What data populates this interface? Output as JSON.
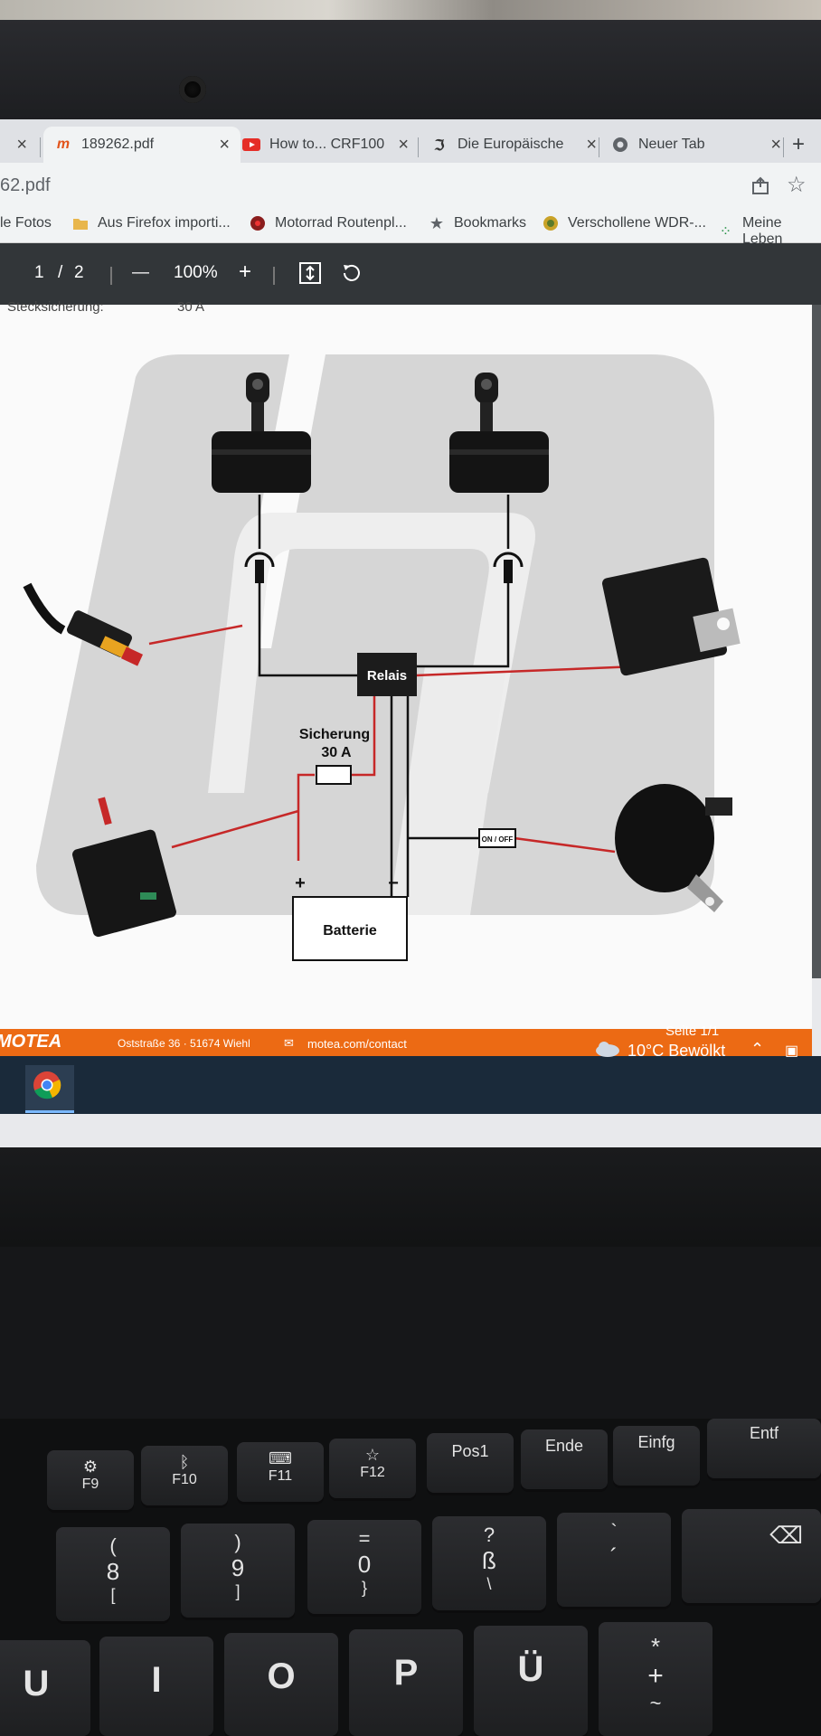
{
  "browser": {
    "tabs": [
      {
        "title": "189262.pdf",
        "icon": "motea-icon"
      },
      {
        "title": "How to... CRF100",
        "icon": "youtube-icon"
      },
      {
        "title": "Die Europäische",
        "icon": "document-icon"
      },
      {
        "title": "Neuer Tab",
        "icon": "chrome-icon"
      }
    ],
    "close_glyph": "×",
    "new_tab_glyph": "+",
    "url": "62.pdf",
    "bookmarks": [
      {
        "label": "le Fotos"
      },
      {
        "label": "Aus Firefox importi...",
        "icon": "folder-icon"
      },
      {
        "label": "Motorrad Routenpl...",
        "icon": "route-icon"
      },
      {
        "label": "Bookmarks",
        "icon": "star-icon"
      },
      {
        "label": "Verschollene WDR-...",
        "icon": "globe-icon"
      },
      {
        "label": "Meine Leben",
        "icon": "dots-icon"
      }
    ]
  },
  "pdf_toolbar": {
    "page_current": "1",
    "page_sep": "/",
    "page_total": "2",
    "zoom": "100%",
    "minus": "—",
    "plus": "+"
  },
  "document": {
    "cut_label": "Stecksicherung:",
    "cut_value": "30 A",
    "diagram": {
      "relay": "Relais",
      "fuse_label": "Sicherung",
      "fuse_value": "30 A",
      "switch": "ON / OFF",
      "battery": "Batterie",
      "plus": "+",
      "minus": "−"
    },
    "footer": {
      "brand": "MOTEA",
      "address": "Oststraße 36 · 51674 Wiehl",
      "contact": "motea.com/contact",
      "page": "Seite 1/1"
    }
  },
  "taskbar": {
    "weather": "10°C Bewölkt"
  },
  "keyboard": {
    "fkeys": [
      {
        "icon": "gear-icon",
        "label": "F9"
      },
      {
        "icon": "bluetooth-icon",
        "label": "F10"
      },
      {
        "icon": "keyboard-icon",
        "label": "F11"
      },
      {
        "icon": "star-icon",
        "label": "F12"
      }
    ],
    "nav": [
      "Pos1",
      "Ende",
      "Einfg",
      "Entf"
    ],
    "num": [
      {
        "top": "(",
        "mid": "8",
        "bot": "["
      },
      {
        "top": ")",
        "mid": "9",
        "bot": "]"
      },
      {
        "top": "=",
        "mid": "0",
        "bot": "}"
      },
      {
        "top": "?",
        "mid": "ß",
        "bot": "\\"
      },
      {
        "top": "`",
        "mid": "´",
        "bot": ""
      }
    ],
    "letters": [
      "U",
      "I",
      "O",
      "P",
      "Ü"
    ],
    "plus_key": {
      "top": "*",
      "mid": "+",
      "bot": "~"
    }
  },
  "colors": {
    "accent": "#ec6a14",
    "wire_red": "#c62828",
    "pdf_toolbar": "#323639"
  }
}
